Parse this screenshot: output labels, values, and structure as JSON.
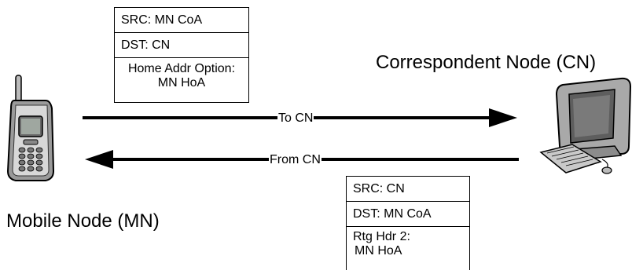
{
  "outbound_header": {
    "src": "SRC: MN CoA",
    "dst": "DST: CN",
    "option_line1": "Home Addr Option:",
    "option_line2": "MN HoA"
  },
  "inbound_header": {
    "src": "SRC: CN",
    "dst": "DST: MN CoA",
    "routing_line1": "Rtg Hdr 2:",
    "routing_line2": "MN HoA"
  },
  "arrows": {
    "to_cn": "To CN",
    "from_cn": "From CN"
  },
  "nodes": {
    "correspondent": "Correspondent Node (CN)",
    "mobile": "Mobile Node (MN)"
  },
  "icons": {
    "mobile": "mobile-phone-icon",
    "correspondent": "desktop-computer-icon"
  }
}
